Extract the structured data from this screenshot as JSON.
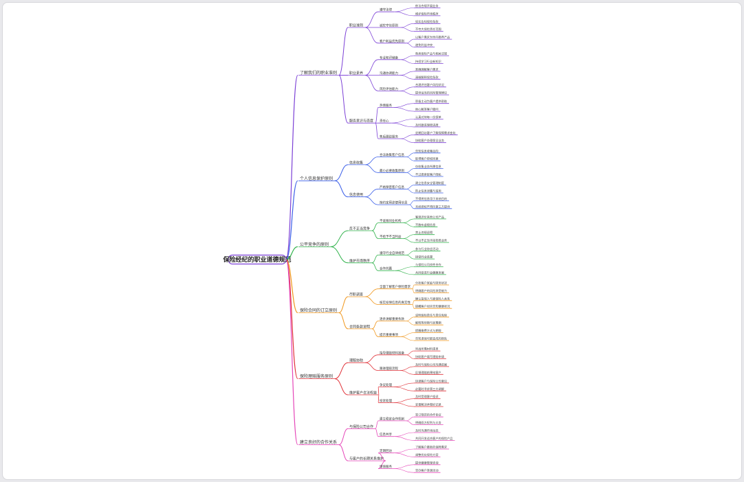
{
  "root": {
    "label": "保险经纪的职业道德规范"
  },
  "colors": [
    "#7b3fd6",
    "#3a5ee8",
    "#2fb24a",
    "#f0961b",
    "#e02f36",
    "#e545b8"
  ],
  "branches": [
    {
      "label": "了解我们的职业准则",
      "children": [
        {
          "label": "职业准则",
          "children": [
            {
              "label": "遵守法律",
              "children": [
                {
                  "label": "依法合规开展业务"
                },
                {
                  "label": "维护保险市场秩序"
                }
              ]
            },
            {
              "label": "诚实守信原则",
              "children": [
                {
                  "label": "如实告知保险条款"
                },
                {
                  "label": "不夸大保险责任范围"
                }
              ]
            },
            {
              "label": "客户利益优先原则",
              "children": [
                {
                  "label": "以客户需求为导向推荐产品"
                },
                {
                  "label": "避免利益冲突"
                }
              ]
            }
          ]
        },
        {
          "label": "职业素养",
          "children": [
            {
              "label": "专业知识储备",
              "children": [
                {
                  "label": "熟悉保险产品与相关法规"
                },
                {
                  "label": "持续学习行业新知识"
                }
              ]
            },
            {
              "label": "沟通协调能力",
              "children": [
                {
                  "label": "准确理解客户需求"
                },
                {
                  "label": "清晰解释保险条款"
                }
              ]
            },
            {
              "label": "风险评估能力",
              "children": [
                {
                  "label": "合理评估客户风险状况"
                },
                {
                  "label": "提供适当的风险管理建议"
                }
              ]
            }
          ]
        },
        {
          "label": "服务意识与态度",
          "children": [
            {
              "label": "热情服务",
              "children": [
                {
                  "label": "积极主动为客户提供帮助"
                },
                {
                  "label": "耐心解答客户疑问"
                }
              ]
            },
            {
              "label": "责任心",
              "children": [
                {
                  "label": "认真对待每一份保单"
                },
                {
                  "label": "及时跟进理赔进度"
                }
              ]
            },
            {
              "label": "售后跟踪服务",
              "children": [
                {
                  "label": "定期回访客户了解保障需求变化"
                },
                {
                  "label": "协助客户办理保全业务"
                }
              ]
            }
          ]
        }
      ]
    },
    {
      "label": "个人信息保护原则",
      "children": [
        {
          "label": "信息收集",
          "children": [
            {
              "label": "合法收集客户信息",
              "children": [
                {
                  "label": "告知信息收集目的"
                },
                {
                  "label": "取得客户授权同意"
                }
              ]
            },
            {
              "label": "最小必要收集原则",
              "children": [
                {
                  "label": "仅收集业务所需信息"
                },
                {
                  "label": "不过度索取客户隐私"
                }
              ]
            }
          ]
        },
        {
          "label": "信息使用",
          "children": [
            {
              "label": "严格保密客户信息",
              "children": [
                {
                  "label": "建立信息安全管理制度"
                },
                {
                  "label": "防止信息泄露与滥用"
                }
              ]
            },
            {
              "label": "按约定用途使用信息",
              "children": [
                {
                  "label": "不得将信息用于其他目的"
                },
                {
                  "label": "未经授权不得向第三方提供"
                }
              ]
            }
          ]
        }
      ]
    },
    {
      "label": "公平竞争的原则",
      "children": [
        {
          "label": "反不正当竞争",
          "children": [
            {
              "label": "不诋毁同业机构",
              "children": [
                {
                  "label": "客观评价其他公司产品"
                },
                {
                  "label": "不散布虚假信息"
                }
              ]
            },
            {
              "label": "不给予不当利益",
              "children": [
                {
                  "label": "禁止违规返佣"
                },
                {
                  "label": "不以不正当手段招揽业务"
                }
              ]
            }
          ]
        },
        {
          "label": "维护市场秩序",
          "children": [
            {
              "label": "遵守行业自律规范",
              "children": [
                {
                  "label": "参与行业协会活动"
                },
                {
                  "label": "接受同业监督"
                }
              ]
            },
            {
              "label": "合作共赢",
              "children": [
                {
                  "label": "与保险公司良性合作"
                },
                {
                  "label": "共同促进行业健康发展"
                }
              ]
            }
          ]
        }
      ]
    },
    {
      "label": "保险合同的订立原则",
      "children": [
        {
          "label": "尽职调查",
          "children": [
            {
              "label": "全面了解客户保险需求",
              "children": [
                {
                  "label": "分析客户家庭与财务状况"
                },
                {
                  "label": "明确客户的风险承受能力"
                }
              ]
            },
            {
              "label": "核实投保信息的真实性",
              "children": [
                {
                  "label": "确认投保人与被保险人关系"
                },
                {
                  "label": "提醒客户如实告知健康状况"
                }
              ]
            }
          ]
        },
        {
          "label": "合同条款说明",
          "children": [
            {
              "label": "逐条讲解重要条款",
              "children": [
                {
                  "label": "说明保险责任与责任免除"
                },
                {
                  "label": "解释等待期与犹豫期"
                }
              ]
            },
            {
              "label": "提示重要事项",
              "children": [
                {
                  "label": "提醒缴费方式与期限"
                },
                {
                  "label": "告知退保可能造成的损失"
                }
              ]
            }
          ]
        }
      ]
    },
    {
      "label": "保险理赔服务原则",
      "children": [
        {
          "label": "理赔协助",
          "children": [
            {
              "label": "指导理赔材料准备",
              "children": [
                {
                  "label": "列出所需材料清单"
                },
                {
                  "label": "协助客户填写理赔申请"
                }
              ]
            },
            {
              "label": "跟进理赔流程",
              "children": [
                {
                  "label": "及时与保险公司沟通进展"
                },
                {
                  "label": "反馈理赔结果给客户"
                }
              ]
            }
          ]
        },
        {
          "label": "维护客户合法权益",
          "children": [
            {
              "label": "争议处理",
              "children": [
                {
                  "label": "协调客户与保险公司意见"
                },
                {
                  "label": "必要时寻求第三方调解"
                }
              ]
            },
            {
              "label": "投诉处理",
              "children": [
                {
                  "label": "及时受理客户投诉"
                },
                {
                  "label": "妥善解决并做好记录"
                }
              ]
            }
          ]
        }
      ]
    },
    {
      "label": "建立良好的合作关系",
      "children": [
        {
          "label": "与保险公司合作",
          "children": [
            {
              "label": "建立稳定合作机制",
              "children": [
                {
                  "label": "签订规范的合作协议"
                },
                {
                  "label": "明确双方权利与义务"
                }
              ]
            },
            {
              "label": "信息共享",
              "children": [
                {
                  "label": "及时沟通市场动态"
                },
                {
                  "label": "共同开发适合客户的保险产品"
                }
              ]
            }
          ]
        },
        {
          "label": "与客户的长期关系维护",
          "children": [
            {
              "label": "定期回访",
              "children": [
                {
                  "label": "了解客户最新的保障需求"
                },
                {
                  "label": "调整优化保险方案"
                }
              ]
            },
            {
              "label": "增值服务",
              "children": [
                {
                  "label": "提供健康管理咨询"
                },
                {
                  "label": "举办客户答谢活动"
                }
              ]
            }
          ]
        }
      ]
    }
  ]
}
